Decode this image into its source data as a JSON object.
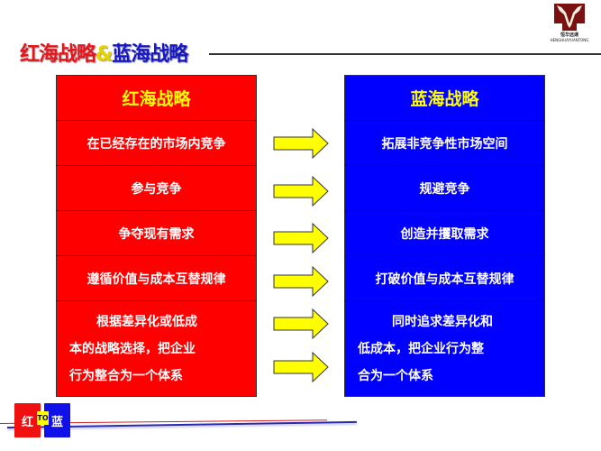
{
  "header": {
    "title_red": "红海战略",
    "title_amp": "&",
    "title_blue": "蓝海战略",
    "logo": {
      "icon": "eagle-wings-logo",
      "text_cn": "恒华远通",
      "text_en": "HENGHUAYUANTONG"
    }
  },
  "red_ocean": {
    "heading": "红海战略",
    "color": "#ff0000",
    "rows": [
      "在已经存在的市场内竞争",
      "参与竞争",
      "争夺现有需求",
      "遵循价值与成本互替规律"
    ],
    "last_row": {
      "line1": "根据差异化或低成",
      "line2": "本的战略选择，把企业",
      "line3": "行为整合为一个体系"
    }
  },
  "blue_ocean": {
    "heading": "蓝海战略",
    "color": "#0000ff",
    "rows": [
      "拓展非竞争性市场空间",
      "规避竞争",
      "创造并攫取需求",
      "打破价值与成本互替规律"
    ],
    "last_row": {
      "line1": "同时追求差异化和",
      "line2": "低成本，把企业行为整",
      "line3": "合为一个体系"
    }
  },
  "arrows": {
    "icon": "arrow-right-icon",
    "color": "#ffff00",
    "count": 6
  },
  "footer": {
    "badge_red": "红",
    "badge_to": "TO",
    "badge_blue": "蓝"
  }
}
